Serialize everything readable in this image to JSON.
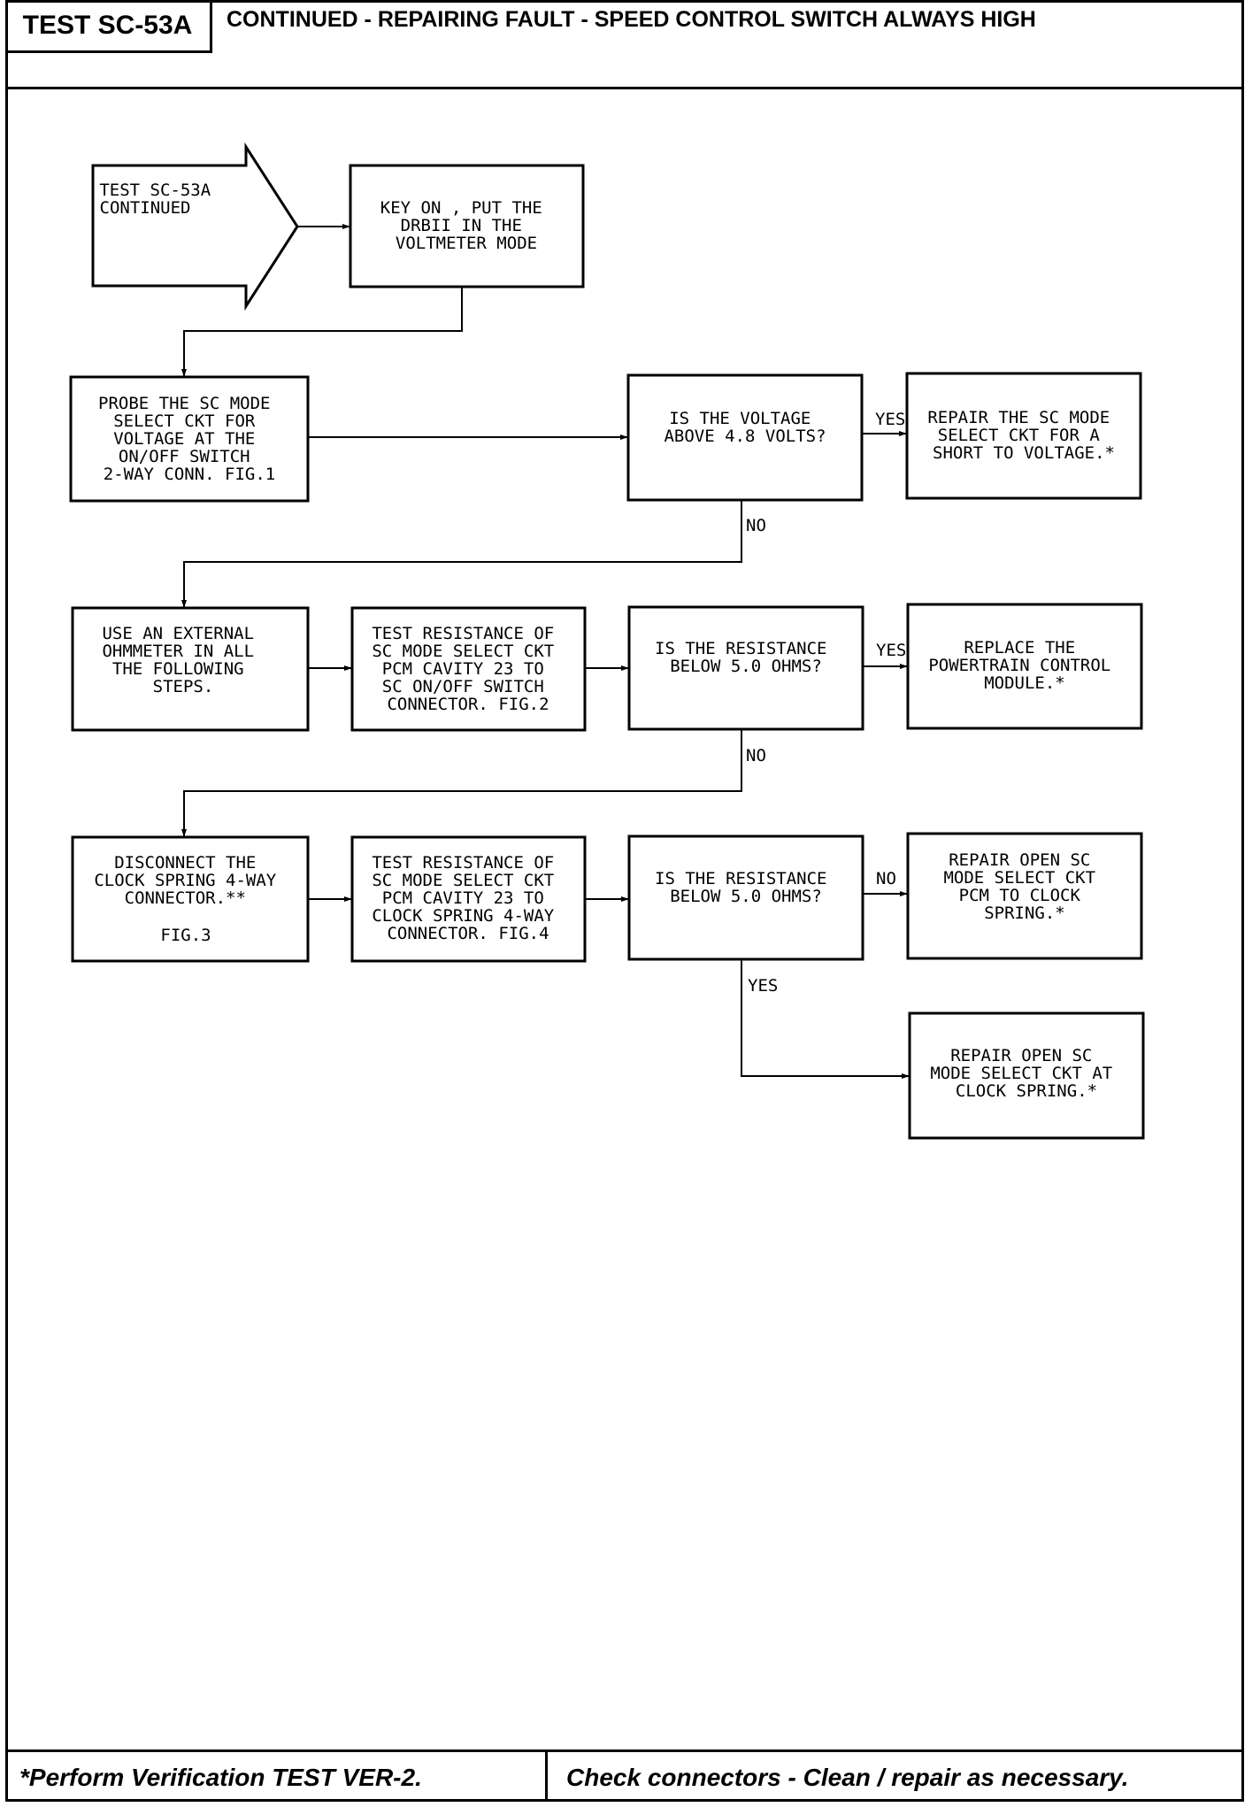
{
  "header": {
    "test_id": "TEST SC-53A",
    "title": "CONTINUED - REPAIRING FAULT - SPEED CONTROL SWITCH ALWAYS HIGH"
  },
  "footer": {
    "left": "*Perform Verification TEST VER-2.",
    "right": "Check connectors - Clean / repair as necessary."
  },
  "flowchart": {
    "start": [
      "TEST SC-53A",
      "CONTINUED"
    ],
    "nodes": {
      "key_on": [
        "KEY ON , PUT THE",
        "DRBII IN THE",
        "VOLTMETER MODE"
      ],
      "probe": [
        "PROBE THE SC MODE",
        "SELECT CKT FOR",
        "VOLTAGE AT THE",
        "ON/OFF SWITCH",
        "2-WAY CONN. FIG.1"
      ],
      "q_voltage": [
        "IS THE VOLTAGE",
        "ABOVE 4.8 VOLTS?"
      ],
      "repair_short": [
        "REPAIR THE SC MODE",
        "SELECT CKT FOR A",
        "SHORT TO VOLTAGE.*"
      ],
      "use_ohmmeter": [
        "USE AN EXTERNAL",
        "OHMMETER IN ALL",
        "THE FOLLOWING",
        "STEPS."
      ],
      "test_res_1": [
        "TEST RESISTANCE OF",
        "SC MODE SELECT CKT",
        "PCM CAVITY 23 TO",
        "SC ON/OFF SWITCH",
        "CONNECTOR. FIG.2"
      ],
      "q_res_1": [
        "IS THE RESISTANCE",
        "BELOW 5.0 OHMS?"
      ],
      "replace_pcm": [
        "REPLACE THE",
        "POWERTRAIN CONTROL",
        "MODULE.*"
      ],
      "disconnect": [
        "DISCONNECT THE",
        "CLOCK SPRING 4-WAY",
        "CONNECTOR.**",
        "",
        "FIG.3"
      ],
      "test_res_2": [
        "TEST RESISTANCE OF",
        "SC MODE SELECT CKT",
        "PCM CAVITY 23 TO",
        "CLOCK SPRING 4-WAY",
        "CONNECTOR. FIG.4"
      ],
      "q_res_2": [
        "IS THE RESISTANCE",
        "BELOW 5.0 OHMS?"
      ],
      "repair_open_pcm": [
        "REPAIR OPEN SC",
        "MODE SELECT CKT",
        "PCM TO CLOCK",
        "SPRING.*"
      ],
      "repair_open_cs": [
        "REPAIR OPEN SC",
        "MODE SELECT CKT AT",
        "CLOCK SPRING.*"
      ]
    },
    "labels": {
      "q_voltage_yes": "YES",
      "q_voltage_no": "NO",
      "q_res_1_yes": "YES",
      "q_res_1_no": "NO",
      "q_res_2_no": "NO",
      "q_res_2_yes": "YES"
    }
  }
}
